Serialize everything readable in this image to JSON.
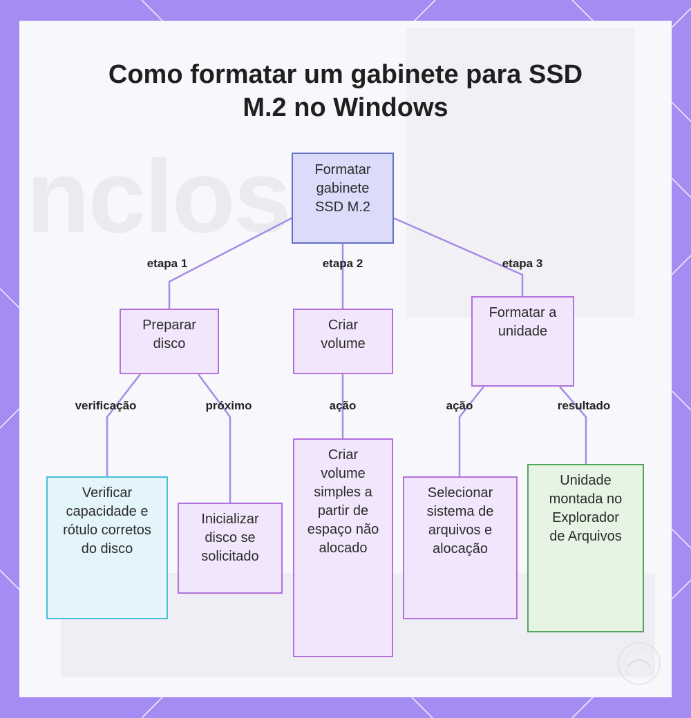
{
  "title": {
    "line1": "Como formatar um gabinete para SSD",
    "line2": "M.2 no Windows"
  },
  "colors": {
    "frame": "#a48cf3",
    "edge": "#a78be6",
    "root_fill": "#dcdcfa",
    "root_border": "#6370c8",
    "step_fill": "#f1e6fb",
    "step_border": "#b271dd",
    "check_fill": "#e3f5fb",
    "check_border": "#46bfd9",
    "result_fill": "#e6f4e4",
    "result_border": "#54a559"
  },
  "nodes": {
    "root": "Formatar gabinete SSD M.2",
    "prepare": "Preparar disco",
    "create": "Criar volume",
    "format": "Formatar a unidade",
    "verify": "Verificar capacidade e rótulo corretos do disco",
    "init": "Inicializar disco se solicitado",
    "simple": "Criar volume simples a partir de espaço não alocado",
    "select": "Selecionar sistema de arquivos e alocação",
    "mounted": "Unidade montada no Explorador de Arquivos"
  },
  "edges": {
    "step1": "etapa 1",
    "step2": "etapa 2",
    "step3": "etapa 3",
    "verify": "verificação",
    "next": "próximo",
    "action_create": "ação",
    "action_format": "ação",
    "result": "resultado"
  },
  "background": {
    "ghost_text": "nclosur"
  }
}
